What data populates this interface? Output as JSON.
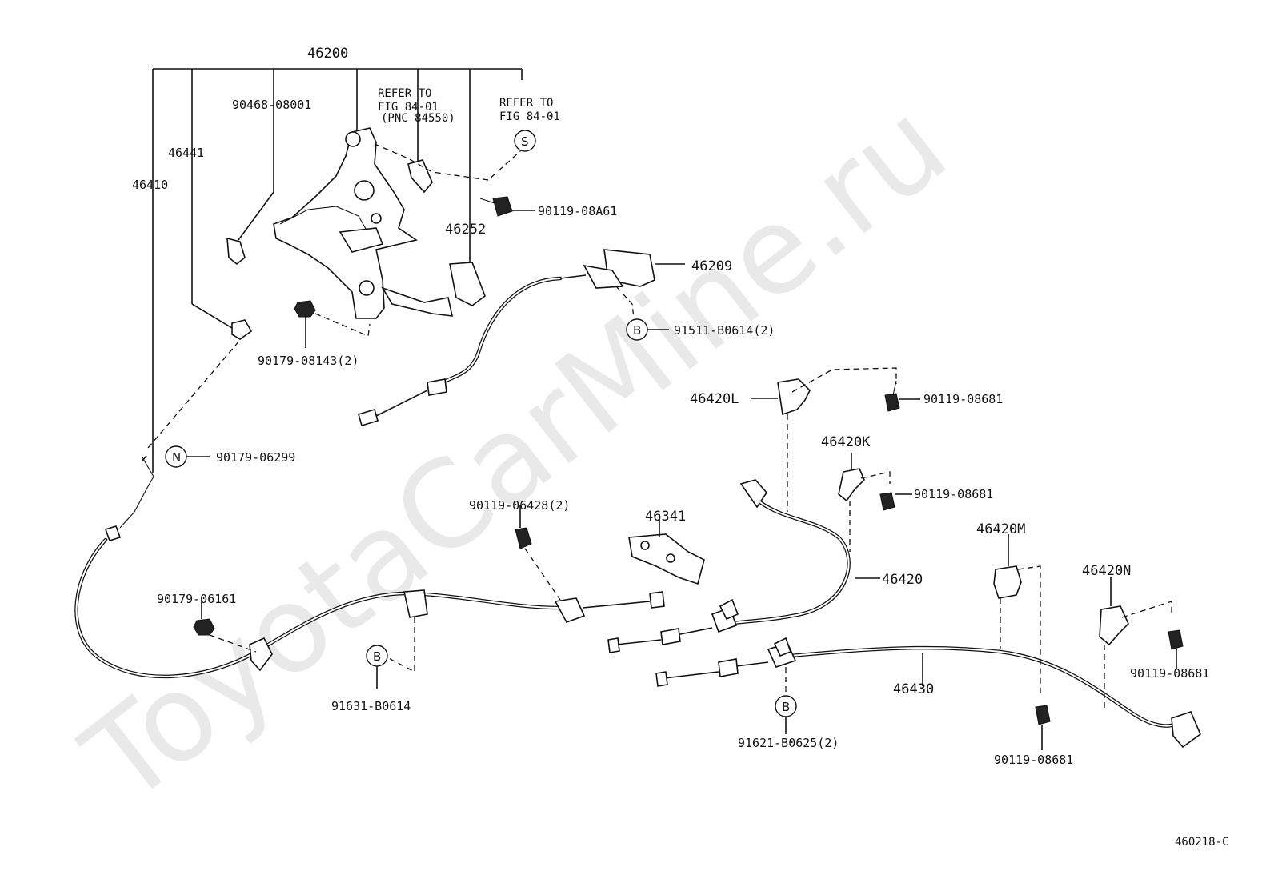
{
  "watermark": "ToyotaCarMine.ru",
  "figure_code": "460218-C",
  "labels": {
    "p46200": "46200",
    "p90468": "90468-08001",
    "p46441": "46441",
    "p46410": "46410",
    "refer1_line1": "REFER TO",
    "refer1_line2": "FIG 84-01",
    "refer1_line3": "(PNC 84550)",
    "refer2_line1": "REFER TO",
    "refer2_line2": "FIG 84-01",
    "p90119_08A61": "90119-08A61",
    "p46252": "46252",
    "p46209": "46209",
    "p91511": "91511-B0614(2)",
    "p90179_08143": "90179-08143(2)",
    "p46420L": "46420L",
    "p90119_08681_a": "90119-08681",
    "p46420K": "46420K",
    "p90119_08681_b": "90119-08681",
    "p90179_06299": "90179-06299",
    "p90119_06428": "90119-06428(2)",
    "p46341": "46341",
    "p46420": "46420",
    "p46420M": "46420M",
    "p46420N": "46420N",
    "p90179_06161": "90179-06161",
    "p91631": "91631-B0614",
    "p46430": "46430",
    "p90119_08681_c": "90119-08681",
    "p91621": "91621-B0625(2)",
    "p90119_08681_d": "90119-08681"
  },
  "markers": {
    "s": "S",
    "n": "N",
    "b1": "B",
    "b2": "B",
    "b3": "B"
  }
}
